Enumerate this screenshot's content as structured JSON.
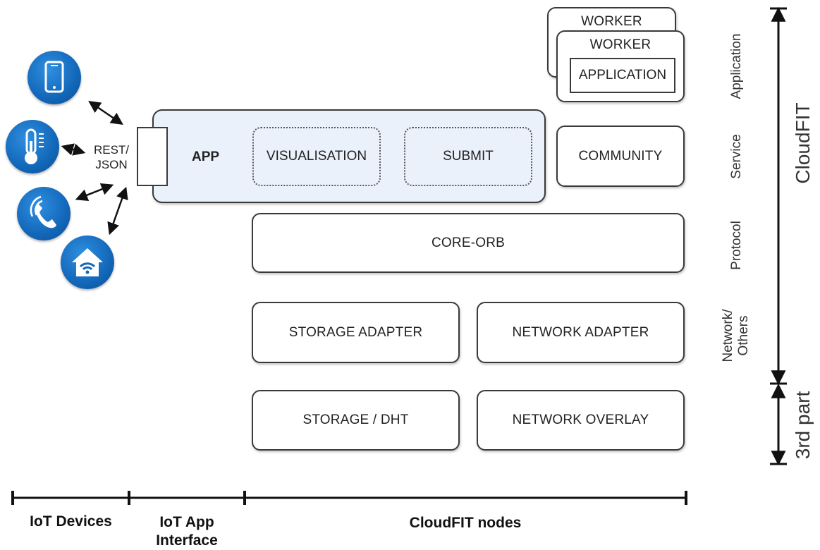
{
  "interface": {
    "rest_json": "REST/\nJSON"
  },
  "app": {
    "label": "APP",
    "visualisation": "VISUALISATION",
    "submit": "SUBMIT"
  },
  "workers": {
    "worker_back": "WORKER",
    "worker_front": "WORKER",
    "application": "APPLICATION"
  },
  "blocks": {
    "community": "COMMUNITY",
    "core_orb": "CORE-ORB",
    "storage_adapter": "STORAGE ADAPTER",
    "network_adapter": "NETWORK ADAPTER",
    "storage_dht": "STORAGE / DHT",
    "network_overlay": "NETWORK OVERLAY"
  },
  "layers": {
    "application": "Application",
    "service": "Service",
    "protocol": "Protocol",
    "network_others": "Network/\nOthers"
  },
  "scope": {
    "cloudfit": "CloudFIT",
    "third_party": "3rd part"
  },
  "footer": {
    "iot_devices": "IoT Devices",
    "iot_app_interface": "IoT App\nInterface",
    "cloudfit_nodes": "CloudFIT nodes"
  },
  "icons": [
    "smartphone-icon",
    "thermometer-icon",
    "phone-icon",
    "smart-home-icon"
  ],
  "colors": {
    "icon_blue": "#1367b9",
    "app_fill": "#eaf1fb"
  }
}
